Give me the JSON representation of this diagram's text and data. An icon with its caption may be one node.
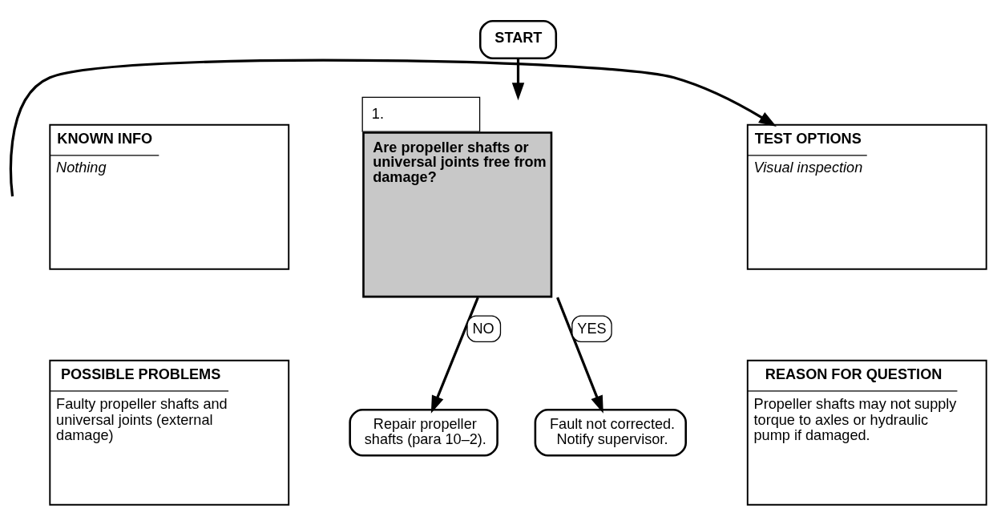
{
  "diagram": {
    "nodes": [
      {
        "text": [
          "START"
        ]
      },
      {
        "text": [
          "KNOWN INFO",
          "Nothing"
        ]
      },
      {
        "text": [
          "1.",
          "Are propeller shafts or universal joints free from damage?"
        ]
      },
      {
        "text": [
          "TEST OPTIONS",
          "Visual inspection"
        ]
      },
      {
        "text": [
          "POSSIBLE PROBLEMS",
          "Faulty propeller shafts and universal joints (external damage)"
        ]
      },
      {
        "text": [
          "REASON FOR QUESTION",
          "Propeller shafts may not supply torque to axles or hydraulic pump if damaged."
        ]
      },
      {
        "text": [
          "Repair propeller shafts (para 10–2)."
        ]
      },
      {
        "text": [
          "Fault not corrected. Notify supervisor."
        ]
      }
    ],
    "edges": [
      {
        "from": 0,
        "to": 2,
        "arrow": "to"
      },
      {
        "from": 2,
        "to": 6,
        "arrow": "to",
        "label": "NO"
      },
      {
        "from": 2,
        "to": 7,
        "arrow": "to",
        "label": "YES"
      },
      {
        "from": null,
        "to": 3,
        "arrow": "to"
      }
    ]
  }
}
